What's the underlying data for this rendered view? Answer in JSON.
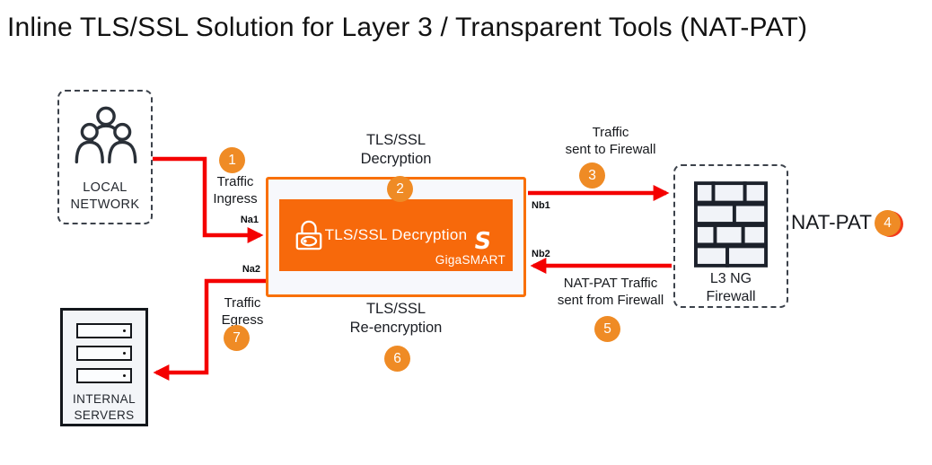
{
  "title": "Inline TLS/SSL Solution for Layer 3 / Transparent Tools (NAT-PAT)",
  "colors": {
    "accent_orange": "#EF8B25",
    "box_orange": "#F97006",
    "box_orange_fill": "#F7690B",
    "arrow_red": "#F40000",
    "badge_shadow": "#F23A1A",
    "ink": "#16181C"
  },
  "local_network": {
    "line1": "LOCAL",
    "line2": "NETWORK",
    "icon": "users-icon"
  },
  "gigasmart": {
    "top_caption_line1": "TLS/SSL",
    "top_caption_line2": "Decryption",
    "inner_label": "TLS/SSL Decryption",
    "logo_glyph": "S",
    "brand": "GigaSMART",
    "bottom_caption_line1": "TLS/SSL",
    "bottom_caption_line2": "Re-encryption",
    "icon": "lock-icon"
  },
  "firewall": {
    "line1": "L3 NG",
    "line2": "Firewall",
    "side_label": "NAT-PAT",
    "icon": "firewall-brick-icon"
  },
  "servers": {
    "line1": "INTERNAL",
    "line2": "SERVERS",
    "icon": "servers-icon"
  },
  "flows": {
    "ingress_line1": "Traffic",
    "ingress_line2": "Ingress",
    "to_firewall_line1": "Traffic",
    "to_firewall_line2": "sent to Firewall",
    "from_firewall_line1": "NAT-PAT Traffic",
    "from_firewall_line2": "sent from Firewall",
    "egress_line1": "Traffic",
    "egress_line2": "Egress"
  },
  "ports": {
    "na1": "Na1",
    "na2": "Na2",
    "nb1": "Nb1",
    "nb2": "Nb2"
  },
  "badges": {
    "1": "1",
    "2": "2",
    "3": "3",
    "4": "4",
    "5": "5",
    "6": "6",
    "7": "7"
  }
}
